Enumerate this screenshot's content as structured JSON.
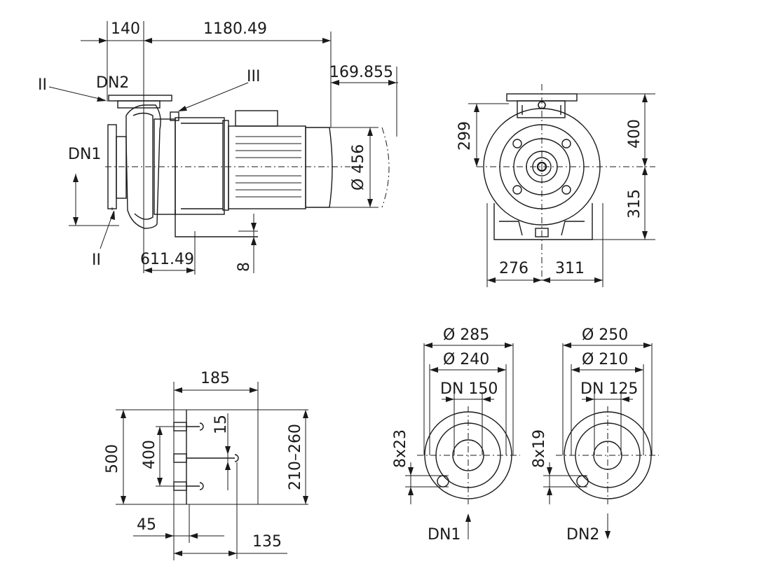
{
  "side_view": {
    "dim_140": "140",
    "dim_1180": "1180.49",
    "dim_169": "169.855",
    "dim_456": "Ø 456",
    "dim_611": "611.49",
    "dim_8": "8",
    "label_dn1": "DN1",
    "label_dn2": "DN2",
    "label_ii_top": "II",
    "label_ii_bottom": "II",
    "label_iii": "III"
  },
  "front_view": {
    "dim_299": "299",
    "dim_400": "400",
    "dim_315": "315",
    "dim_276": "276",
    "dim_311": "311"
  },
  "foot_detail": {
    "dim_185": "185",
    "dim_500": "500",
    "dim_400": "400",
    "dim_15": "15",
    "dim_210_260": "210–260",
    "dim_45": "45",
    "dim_135": "135"
  },
  "flange_dn1": {
    "outer": "Ø 285",
    "bolt_circle": "Ø 240",
    "nominal": "DN 150",
    "holes": "8x23",
    "label": "DN1"
  },
  "flange_dn2": {
    "outer": "Ø 250",
    "bolt_circle": "Ø 210",
    "nominal": "DN 125",
    "holes": "8x19",
    "label": "DN2"
  }
}
